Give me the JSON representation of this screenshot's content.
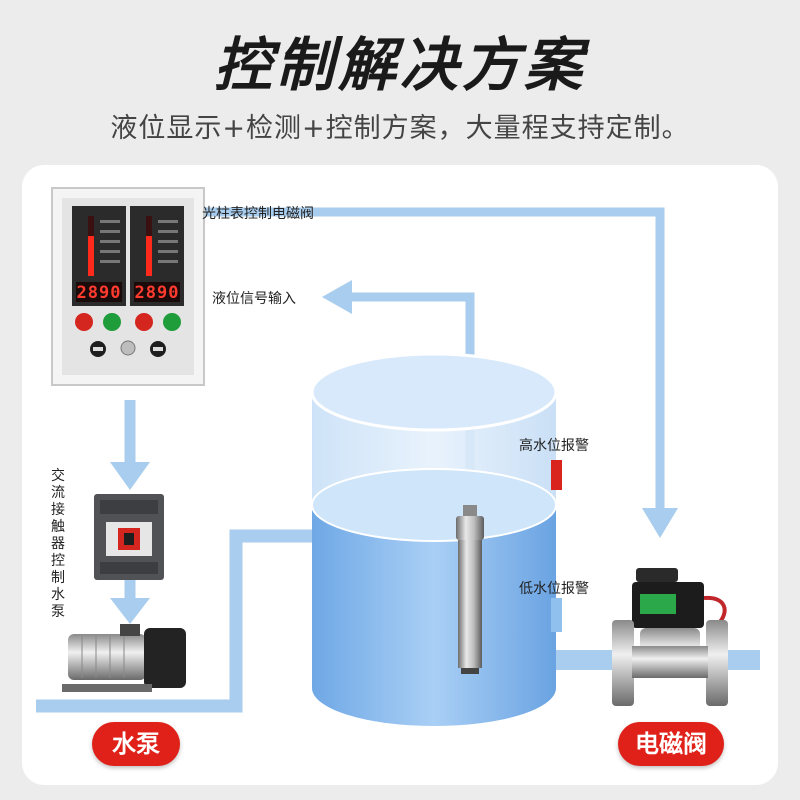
{
  "title": "控制解决方案",
  "subtitle": "液位显示+检测+控制方案，大量程支持定制。",
  "labels": {
    "bar_meter_valve": "光柱表控制电磁阀",
    "level_signal_input": "液位信号输入",
    "high_level_alarm": "高水位报警",
    "low_level_alarm": "低水位报警",
    "contactor_pump": "交流接触器控制水泵"
  },
  "panel": {
    "display_left": "2890",
    "display_right": "2890"
  },
  "buttons": {
    "pump": "水泵",
    "valve": "电磁阀"
  },
  "colors": {
    "pipe": "#a9cdee",
    "water": "#7fb3ea",
    "pill": "#e0211a",
    "alarm_marker": "#d9231d"
  }
}
